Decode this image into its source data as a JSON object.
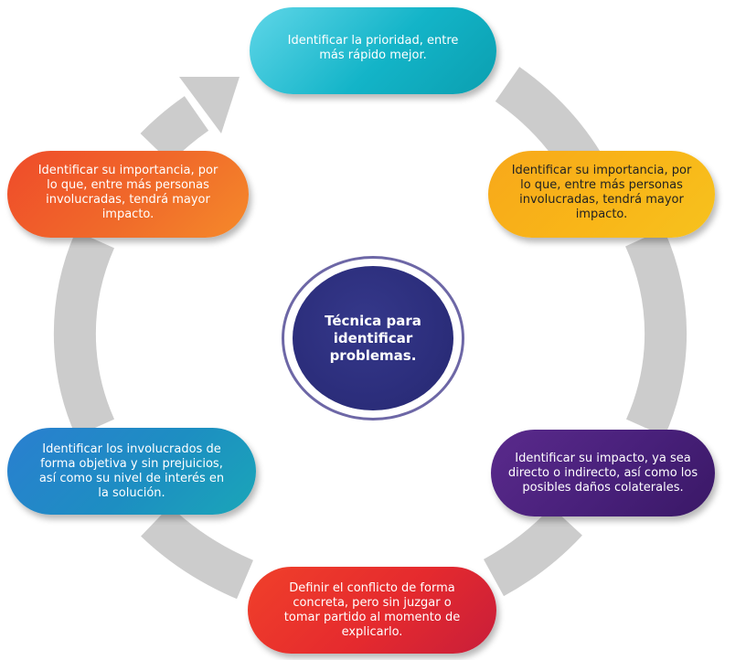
{
  "diagram": {
    "center": {
      "lines": [
        "Técnica para",
        "identificar",
        "problemas."
      ],
      "color": "#2c2e7c",
      "ring_color": "#6d67a6"
    },
    "cycle_color": "#cccccc",
    "steps": [
      {
        "lines": [
          "Identificar la prioridad, entre",
          "más rápido mejor."
        ],
        "color": "#13b4c8"
      },
      {
        "lines": [
          "Identificar su importancia, por",
          "lo que, entre más personas",
          "involucradas, tendrá mayor",
          "impacto."
        ],
        "color": "#f9b618"
      },
      {
        "lines": [
          "Identificar su impacto, ya sea",
          "directo o indirecto, así como los",
          "posibles daños colaterales."
        ],
        "color": "#48207a"
      },
      {
        "lines": [
          "Definir el conflicto de forma",
          "concreta, pero sin juzgar o",
          "tomar partido al momento de",
          "explicarlo."
        ],
        "color": "#e52a2e"
      },
      {
        "lines": [
          "Identificar los involucrados de",
          "forma objetiva y sin prejuicios,",
          "así como su nivel de interés en",
          "la solución."
        ],
        "color": "#1d8ec2"
      },
      {
        "lines": [
          "Identificar su importancia, por",
          "lo que, entre más personas",
          "involucradas, tendrá mayor",
          "impacto."
        ],
        "color": "#f06a2a"
      }
    ]
  }
}
